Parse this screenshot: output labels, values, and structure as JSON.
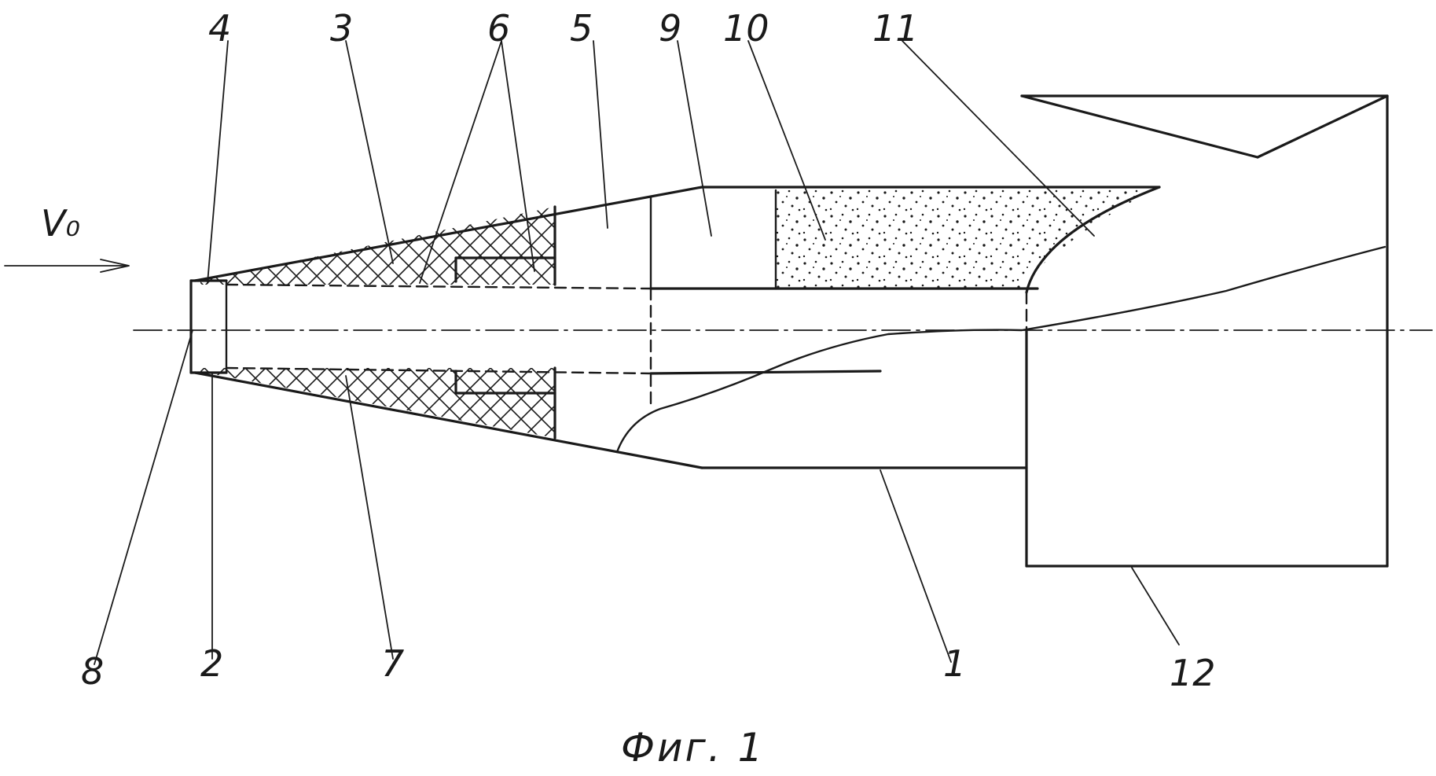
{
  "figure": {
    "caption": "Фиг. 1",
    "flow_label": "V₀",
    "labels": {
      "l1": "1",
      "l2": "2",
      "l3": "3",
      "l4": "4",
      "l5": "5",
      "l6": "6",
      "l7": "7",
      "l8": "8",
      "l9": "9",
      "l10": "10",
      "l11": "11",
      "l12": "12"
    }
  }
}
